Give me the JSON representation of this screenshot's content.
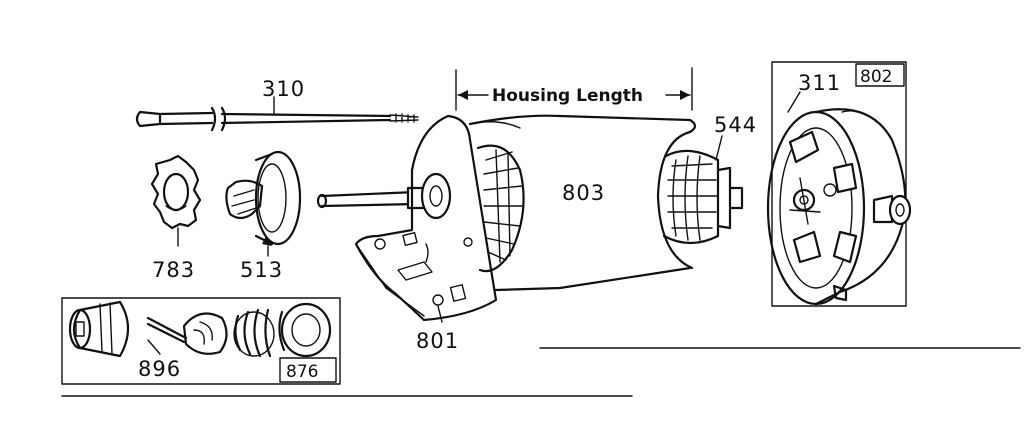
{
  "diagram": {
    "part_labels": {
      "p310": "310",
      "p311": "311",
      "p544": "544",
      "p783": "783",
      "p513": "513",
      "p801": "801",
      "p803": "803",
      "p896": "896",
      "p802": "802",
      "p876": "876"
    },
    "dimension": {
      "housing_length": "Housing Length"
    }
  }
}
